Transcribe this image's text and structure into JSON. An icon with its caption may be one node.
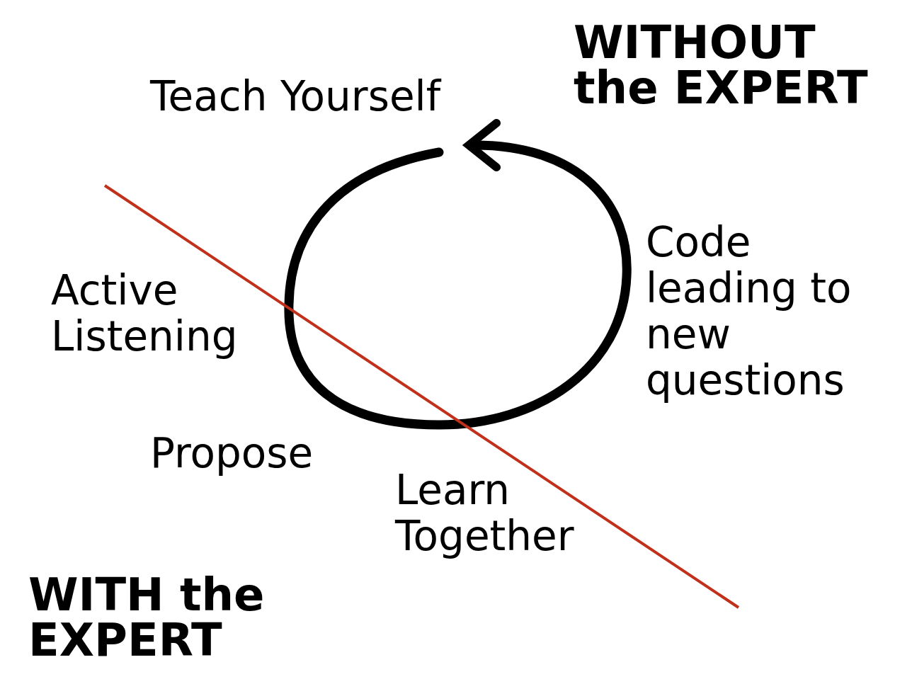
{
  "diagram": {
    "labels": [
      "WITHOUT the EXPERT",
      "Teach Yourself",
      "Code leading to new questions",
      "Active Listening",
      "Propose",
      "Learn Together",
      "WITH the EXPERT"
    ]
  }
}
